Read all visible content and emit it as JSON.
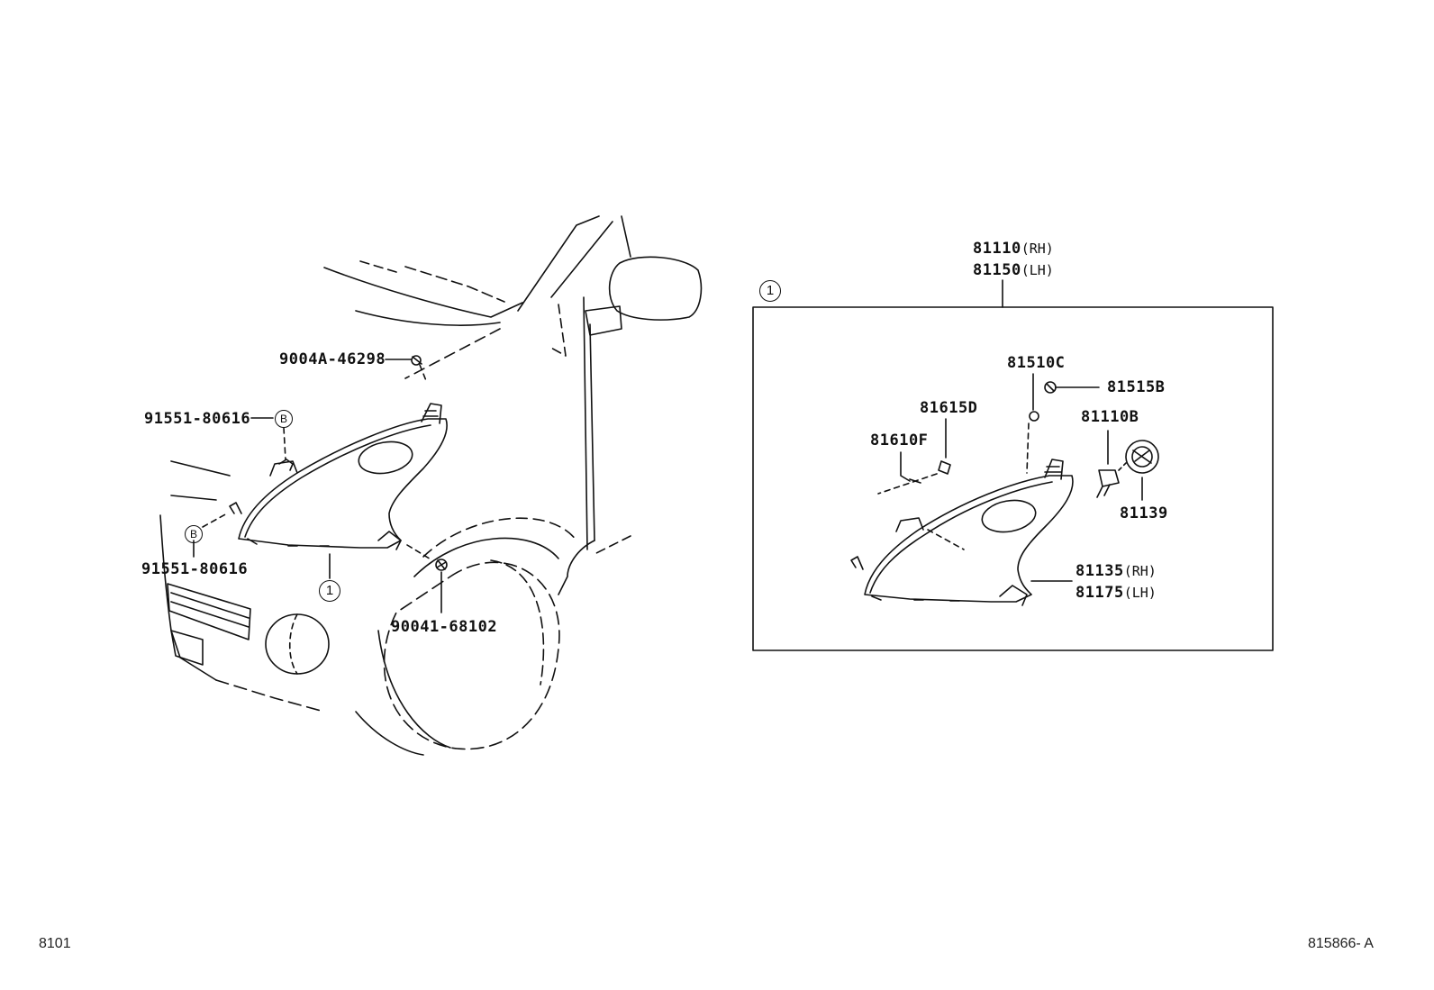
{
  "left_view": {
    "labels": {
      "bolt_top": "9004A-46298",
      "bolt_upper": "91551-80616",
      "bolt_lower": "91551-80616",
      "screw_bottom": "90041-68102"
    },
    "callout_ref": "1",
    "callout_B_upper": "B",
    "callout_B_lower": "B"
  },
  "right_view": {
    "assembly_callout": "1",
    "assembly_rh": {
      "part": "81110",
      "side": "(RH)"
    },
    "assembly_lh": {
      "part": "81150",
      "side": "(LH)"
    },
    "labels": {
      "p81510c": "81510C",
      "p81515b": "81515B",
      "p81615d": "81615D",
      "p81610f": "81610F",
      "p81110b": "81110B",
      "p81139": "81139"
    },
    "unit_rh": {
      "part": "81135",
      "side": "(RH)"
    },
    "unit_lh": {
      "part": "81175",
      "side": "(LH)"
    }
  },
  "footer": {
    "left_code": "8101",
    "right_code": "815866- A"
  }
}
